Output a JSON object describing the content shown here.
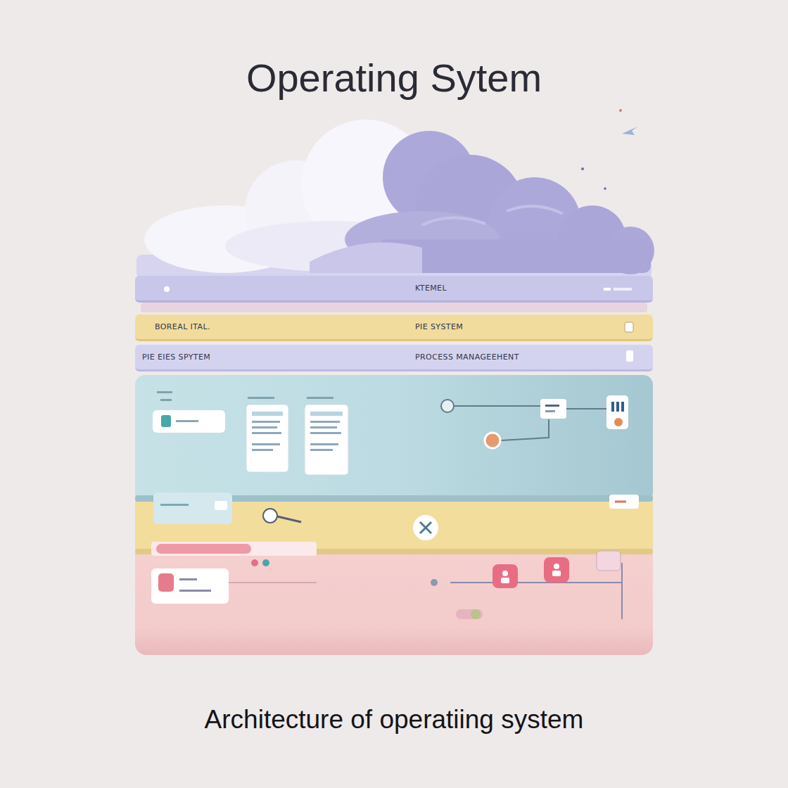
{
  "diagram": {
    "title": "Operating Sytem",
    "caption": "Architecture of operatiing system",
    "nodes": [
      {
        "text": [
          "KTEMEL"
        ]
      },
      {
        "text": [
          "BOREAL ITAL.",
          "PIE SYSTEM"
        ]
      },
      {
        "text": [
          "PIE EIES SPYTEM",
          "PROCESS MANAGEEHENT"
        ]
      }
    ]
  }
}
